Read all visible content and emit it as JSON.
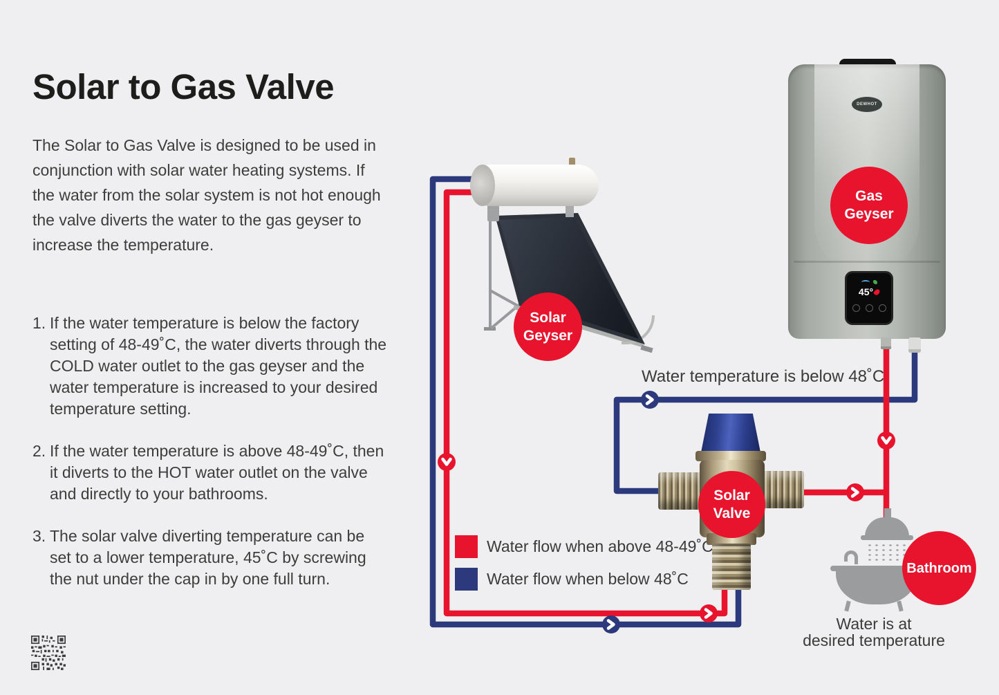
{
  "article": {
    "title": "Solar to Gas Valve",
    "intro": "The Solar to Gas Valve is designed to be used in conjunction with solar water heating systems. If the water from the solar system is not hot enough the valve diverts the water to the gas geyser to increase the temperature.",
    "list": [
      {
        "num": "1.",
        "text": "If the water temperature is below the factory setting of 48-49˚C, the water diverts through the COLD water outlet to the gas geyser and the water temperature is increased to your desired temperature setting."
      },
      {
        "num": "2.",
        "text": "If the water temperature is above 48-49˚C, then it diverts to the HOT water outlet on the valve and directly to your bathrooms."
      },
      {
        "num": "3.",
        "text": "The solar valve diverting temperature can be set to a lower temperature, 45˚C by screwing the nut under the cap in by one full turn."
      }
    ]
  },
  "diagram": {
    "labels": {
      "solar_geyser": {
        "line1": "Solar",
        "line2": "Geyser"
      },
      "gas_geyser": {
        "line1": "Gas",
        "line2": "Geyser"
      },
      "solar_valve": {
        "line1": "Solar",
        "line2": "Valve"
      },
      "bathroom": "Bathroom"
    },
    "annotations": {
      "below_48": "Water temperature is below 48˚C",
      "desired_line1": "Water is at",
      "desired_line2": "desired temperature"
    },
    "legend": [
      {
        "color": "#e8132d",
        "label": "Water flow when above 48-49˚C"
      },
      {
        "color": "#2c3a7d",
        "label": "Water flow when below 48˚C"
      }
    ],
    "gas_geyser_unit": {
      "brand": "DEWHOT",
      "display_temp": "45°"
    },
    "colors": {
      "hot": "#e8132d",
      "cold": "#2c3a7d"
    }
  }
}
